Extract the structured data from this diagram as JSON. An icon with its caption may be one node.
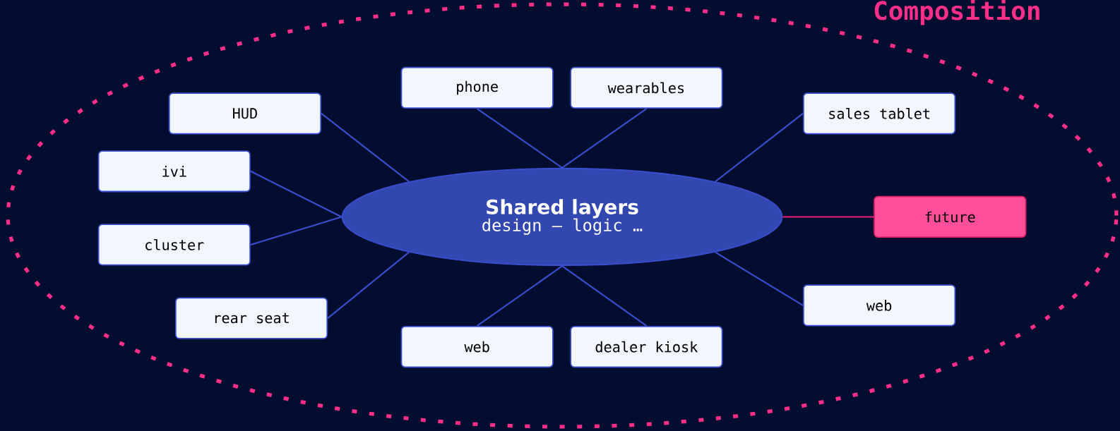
{
  "diagram": {
    "nodes": [
      {
        "text": [
          "Composition"
        ]
      },
      {
        "text": [
          "Shared layers",
          "design — logic …"
        ],
        "in": 0
      },
      {
        "text": [
          "phone"
        ],
        "in": 0
      },
      {
        "text": [
          "wearables"
        ],
        "in": 0
      },
      {
        "text": [
          "HUD"
        ],
        "in": 0
      },
      {
        "text": [
          "sales tablet"
        ],
        "in": 0
      },
      {
        "text": [
          "ivi"
        ],
        "in": 0
      },
      {
        "text": [
          "future"
        ],
        "in": 0
      },
      {
        "text": [
          "cluster"
        ],
        "in": 0
      },
      {
        "text": [
          "web"
        ],
        "in": 0
      },
      {
        "text": [
          "rear seat"
        ],
        "in": 0
      },
      {
        "text": [
          "web"
        ],
        "in": 0
      },
      {
        "text": [
          "dealer kiosk"
        ],
        "in": 0
      }
    ],
    "edges": [
      {
        "from": 1,
        "to": 2,
        "arrow": "none"
      },
      {
        "from": 1,
        "to": 3,
        "arrow": "none"
      },
      {
        "from": 1,
        "to": 4,
        "arrow": "none"
      },
      {
        "from": 1,
        "to": 5,
        "arrow": "none"
      },
      {
        "from": 1,
        "to": 6,
        "arrow": "none"
      },
      {
        "from": 1,
        "to": 7,
        "arrow": "none",
        "color": "#e8207a"
      },
      {
        "from": 1,
        "to": 8,
        "arrow": "none"
      },
      {
        "from": 1,
        "to": 9,
        "arrow": "none"
      },
      {
        "from": 1,
        "to": 10,
        "arrow": "none"
      },
      {
        "from": 1,
        "to": 11,
        "arrow": "none"
      },
      {
        "from": 1,
        "to": 12,
        "arrow": "none"
      }
    ]
  }
}
